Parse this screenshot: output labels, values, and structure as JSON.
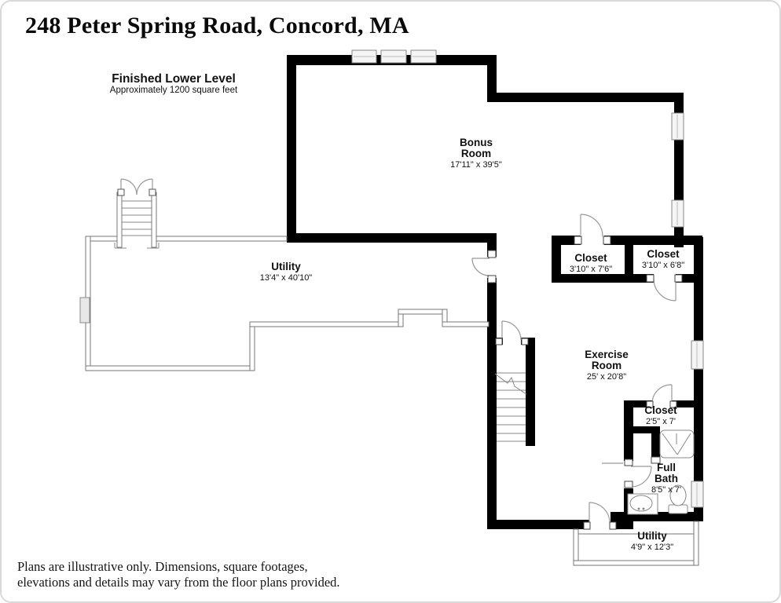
{
  "header": {
    "title": "248 Peter Spring Road, Concord, MA",
    "level_title": "Finished Lower Level",
    "level_subtitle": "Approximately 1200 square feet"
  },
  "rooms": [
    {
      "id": "bonus-room",
      "name": "Bonus\nRoom",
      "dims": "17'11\" x 39'5\""
    },
    {
      "id": "utility-main",
      "name": "Utility",
      "dims": "13'4\" x 40'10\""
    },
    {
      "id": "closet-left",
      "name": "Closet",
      "dims": "3'10\" x 7'6\""
    },
    {
      "id": "closet-right",
      "name": "Closet",
      "dims": "3'10\" x 6'8\""
    },
    {
      "id": "exercise-room",
      "name": "Exercise\nRoom",
      "dims": "25' x 20'8\""
    },
    {
      "id": "closet-small",
      "name": "Closet",
      "dims": "2'5\" x 7'"
    },
    {
      "id": "full-bath",
      "name": "Full\nBath",
      "dims": "8'5\" x 7'"
    },
    {
      "id": "utility-small",
      "name": "Utility",
      "dims": "4'9\" x 12'3\""
    }
  ],
  "footer": {
    "line1": "Plans are illustrative only. Dimensions, square footages,",
    "line2": "elevations and details may vary from the floor plans provided."
  },
  "colors": {
    "wall": "#000000",
    "thin_wall_stroke": "#777777",
    "door_arc": "#999999",
    "window_fill": "#f5f5f5",
    "border": "#d9d9d9"
  }
}
